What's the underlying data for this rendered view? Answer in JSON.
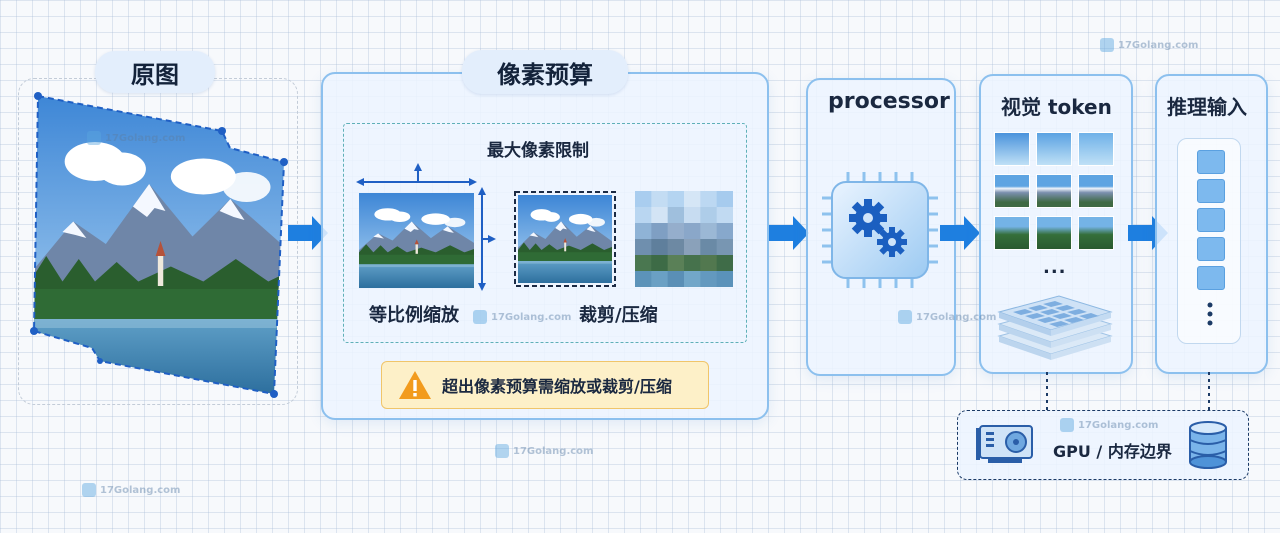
{
  "original": {
    "title": "原图"
  },
  "budget": {
    "title": "像素预算",
    "max_pixels": "最大像素限制",
    "scale_caption": "等比例缩放",
    "crop_caption": "裁剪/压缩",
    "warning": "超出像素预算需缩放或裁剪/压缩"
  },
  "processor": {
    "title": "processor",
    "icon": "gears-icon"
  },
  "tokens": {
    "title": "视觉 token",
    "ellipsis": "..."
  },
  "inference": {
    "title": "推理输入"
  },
  "gpu": {
    "label": "GPU / 内存边界"
  },
  "watermark": "17Golang.com",
  "colors": {
    "accent": "#1e7fe0",
    "panel_border": "#8cc0ee",
    "warning_bg": "#fdf0c8",
    "warning_icon": "#f29b1d"
  }
}
